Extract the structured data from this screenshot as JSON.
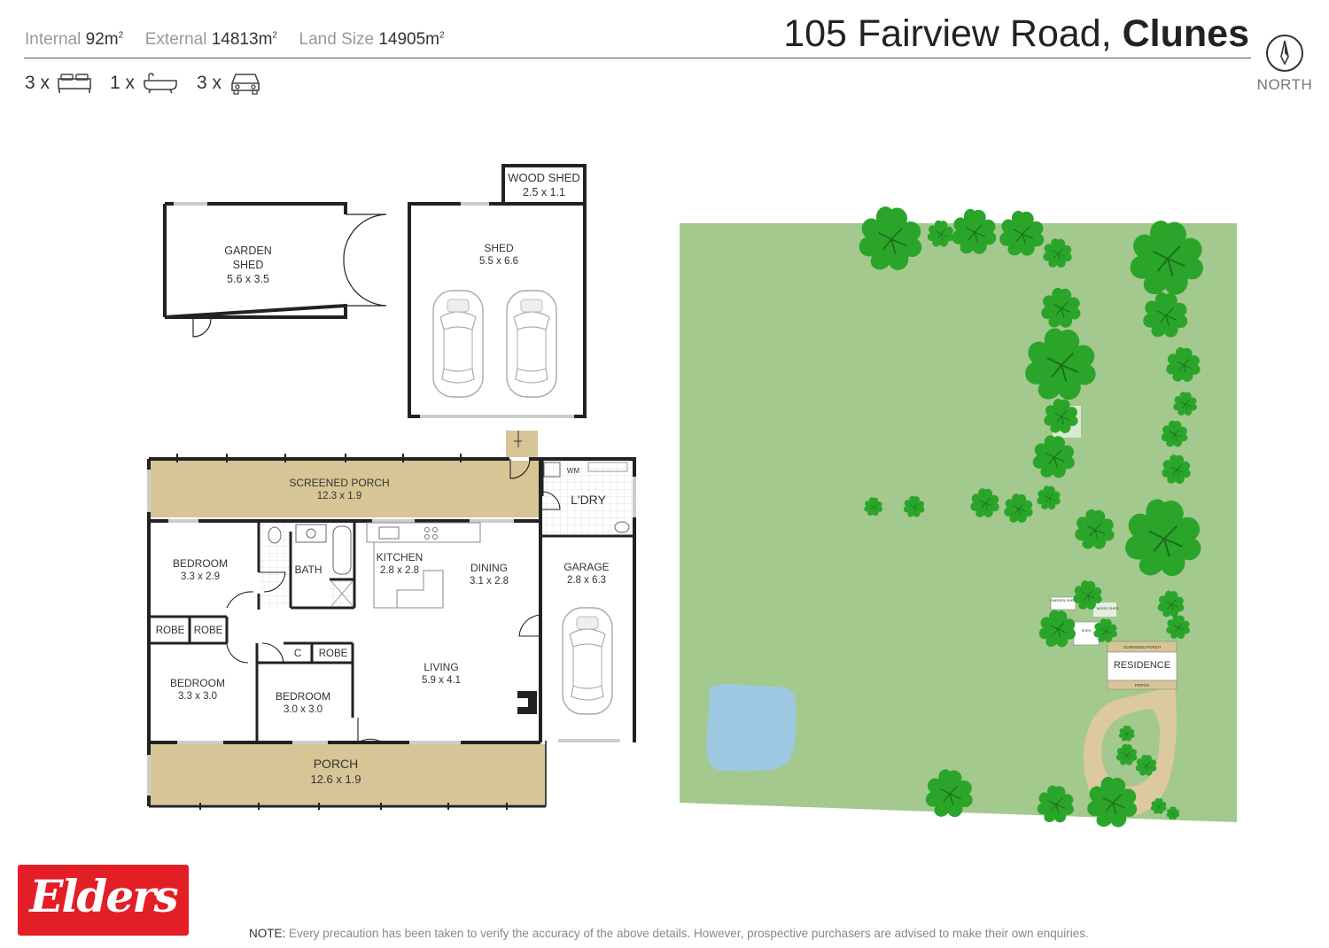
{
  "stats": {
    "internal_label": "Internal",
    "internal_value": "92m",
    "external_label": "External",
    "external_value": "14813m",
    "land_label": "Land Size",
    "land_value": "14905m",
    "sup": "2"
  },
  "address": {
    "street": "105 Fairview Road,",
    "suburb": "Clunes"
  },
  "counts": {
    "bedrooms": "3 x",
    "bedroom_icon": "bed-icon",
    "bathrooms": "1 x",
    "bathroom_icon": "bath-icon",
    "cars": "3 x",
    "car_icon": "car-icon"
  },
  "north": {
    "label": "NORTH",
    "icon": "compass-icon"
  },
  "rooms": {
    "garden_shed": {
      "name1": "GARDEN",
      "name2": "SHED",
      "dims": "5.6 x 3.5"
    },
    "wood_shed": {
      "name": "WOOD SHED",
      "dims": "2.5 x 1.1"
    },
    "shed": {
      "name": "SHED",
      "dims": "5.5 x 6.6"
    },
    "screened_porch": {
      "name": "SCREENED PORCH",
      "dims": "12.3 x 1.9"
    },
    "wm": "WM",
    "ldry": "L'DRY",
    "bedroom1": {
      "name": "BEDROOM",
      "dims": "3.3 x 2.9"
    },
    "bath": "BATH",
    "kitchen": {
      "name": "KITCHEN",
      "dims": "2.8 x 2.8"
    },
    "dining": {
      "name": "DINING",
      "dims": "3.1 x 2.8"
    },
    "garage": {
      "name": "GARAGE",
      "dims": "2.8 x 6.3"
    },
    "robe": "ROBE",
    "c": "C",
    "living": {
      "name": "LIVING",
      "dims": "5.9 x 4.1"
    },
    "bedroom2": {
      "name": "BEDROOM",
      "dims": "3.3 x 3.0"
    },
    "bedroom3": {
      "name": "BEDROOM",
      "dims": "3.0 x 3.0"
    },
    "porch": {
      "name": "PORCH",
      "dims": "12.6 x 1.9"
    }
  },
  "site": {
    "garden_shed": "GARDEN SHED",
    "wood_shed": "WOOD SHED",
    "shed": "SHED",
    "screened_porch": "SCREENED PORCH",
    "residence": "RESIDENCE",
    "porch": "PORCH"
  },
  "colors": {
    "lawn": "#a3c98f",
    "tree": "#2aa52a",
    "pond": "#9ec8e2",
    "driveway": "#dcc9a0",
    "porch": "#d7c596",
    "brand": "#e41e26"
  },
  "logo": {
    "text": "Elders"
  },
  "note": {
    "label": "NOTE:",
    "text": "Every precaution has been taken to verify the accuracy of the above details. However, prospective purchasers are advised to make their own enquiries."
  }
}
